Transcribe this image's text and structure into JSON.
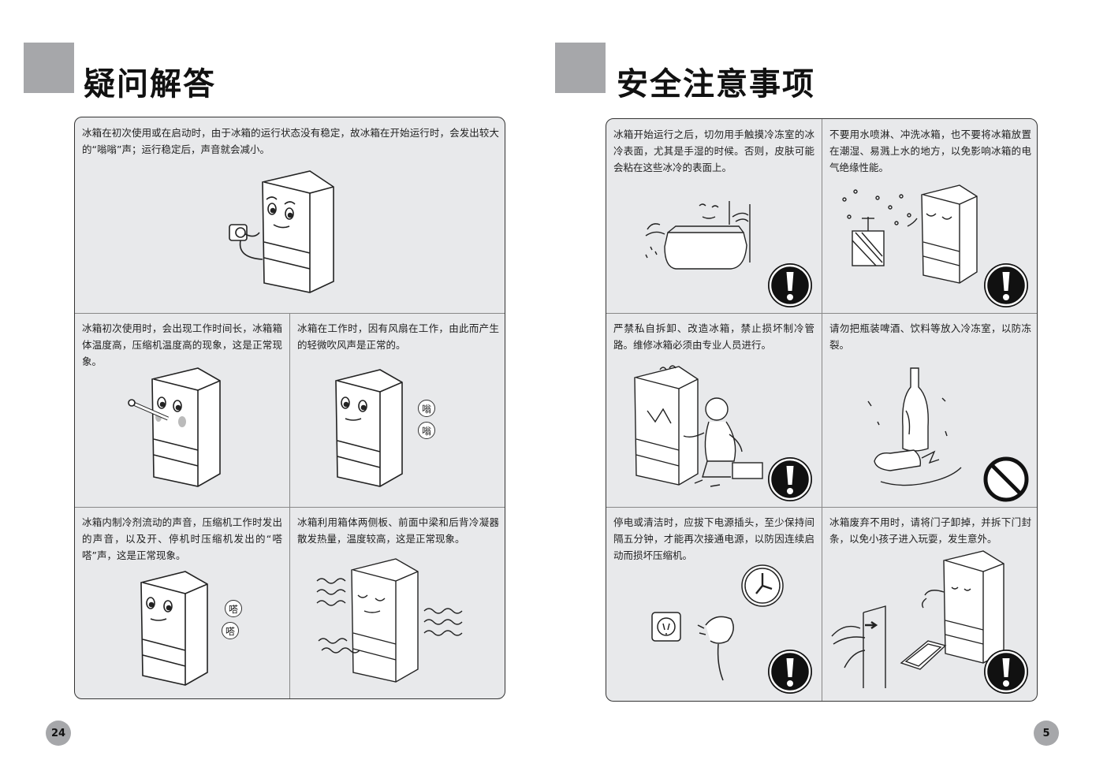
{
  "left_page": {
    "title": "疑问解答",
    "page_number": "24",
    "cells": [
      {
        "text": "冰箱在初次使用或在启动时，由于冰箱的运行状态没有稳定，故冰箱在开始运行时，会发出较大的“嗡嗡”声；运行稳定后，声音就会减小。"
      },
      {
        "text": "冰箱初次使用时，会出现工作时间长，冰箱箱体温度高，压缩机温度高的现象，这是正常现象。"
      },
      {
        "text": "冰箱在工作时，因有风扇在工作，由此而产生的轻微吹风声是正常的。",
        "sound_label": "嗡"
      },
      {
        "text": "冰箱内制冷剂流动的声音，压缩机工作时发出的声音，以及开、停机时压缩机发出的“嗒嗒”声，这是正常现象。",
        "sound_label": "嗒"
      },
      {
        "text": "冰箱利用箱体两侧板、前面中梁和后背冷凝器散发热量，温度较高，这是正常现象。"
      }
    ]
  },
  "right_page": {
    "title": "安全注意事项",
    "page_number": "5",
    "cells": [
      {
        "text": "冰箱开始运行之后，切勿用手触摸冷冻室的冰冷表面，尤其是手湿的时候。否则，皮肤可能会粘在这些冰冷的表面上。",
        "icon": "warning"
      },
      {
        "text": "不要用水喷淋、冲洗冰箱，也不要将冰箱放置在潮湿、易溅上水的地方，以免影响冰箱的电气绝缘性能。",
        "icon": "warning"
      },
      {
        "text": "严禁私自拆卸、改造冰箱，禁止损坏制冷管路。维修冰箱必须由专业人员进行。",
        "icon": "warning"
      },
      {
        "text": "请勿把瓶装啤酒、饮料等放入冷冻室，以防冻裂。",
        "icon": "prohibited"
      },
      {
        "text": "停电或清洁时，应拔下电源插头，至少保持间隔五分钟，才能再次接通电源，以防因连续启动而损坏压缩机。",
        "icon": "warning"
      },
      {
        "text": "冰箱废弃不用时，请将门子卸掉，并拆下门封条，以免小孩子进入玩耍，发生意外。",
        "icon": "warning"
      }
    ]
  }
}
